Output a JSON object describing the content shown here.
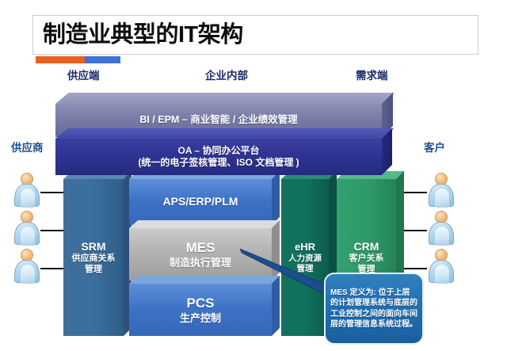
{
  "title": {
    "text": "制造业典型的IT架构"
  },
  "accent": {
    "orange": "#e8601c",
    "blue": "#3f72d8"
  },
  "column_headers": [
    {
      "label": "供应端"
    },
    {
      "label": "企业内部"
    },
    {
      "label": "需求端"
    }
  ],
  "sides": {
    "left": {
      "label": "供应商",
      "icon": "person-icon",
      "count": 3
    },
    "right": {
      "label": "客户",
      "icon": "person-icon",
      "count": 3
    }
  },
  "bars": [
    {
      "id": "bi",
      "line1": "BI / EPM – 商业智能 / 企业绩效管理",
      "line2": "",
      "color": "#676a95"
    },
    {
      "id": "oa",
      "line1": "OA – 协同办公平台",
      "line2": "(统一的电子签核管理、ISO 文档管理 )",
      "color": "#2f3493"
    }
  ],
  "blocks": [
    {
      "id": "srm",
      "en": "SRM",
      "cn": "供应商关系",
      "cn2": "管理",
      "color": "#3b6f9e"
    },
    {
      "id": "aps",
      "en": "APS/ERP/PLM",
      "cn": "",
      "cn2": "",
      "color": "#3f73c6"
    },
    {
      "id": "mes",
      "en": "MES",
      "cn": "制造执行管理",
      "cn2": "",
      "color": "#b3b3b3"
    },
    {
      "id": "pcs",
      "en": "PCS",
      "cn": "生产控制",
      "cn2": "",
      "color": "#3f73c6"
    },
    {
      "id": "ehr",
      "en": "eHR",
      "cn": "人力资源",
      "cn2": "管理",
      "color": "#10715f"
    },
    {
      "id": "crm",
      "en": "CRM",
      "cn": "客户关系",
      "cn2": "管理",
      "color": "#2f9a69"
    }
  ],
  "callout": {
    "text": "MES 定义为: 位于上层的计划管理系统与底层的工业控制之间的面向车间层的管理信息系统过程。",
    "fill": "#1f6fb4",
    "border": "#e8eef5",
    "points_to": "mes"
  }
}
